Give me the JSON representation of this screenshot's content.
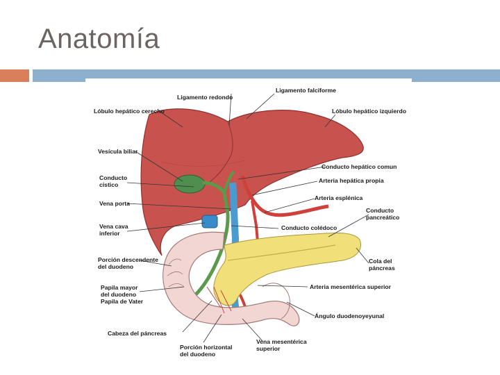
{
  "slide": {
    "title": "Anatomía"
  },
  "diagram": {
    "labels": {
      "ligamento_falciforme": "Ligamento falciforme",
      "ligamento_redondo": "Ligamento redondo",
      "lobulo_derecho": "Lóbulo hepático cerecho",
      "lobulo_izquierdo": "Lóbulo hepático izquierdo",
      "vesicula_biliar": "Vesícula biliar",
      "conducto_hepatico": "Conducto hepático comun",
      "conducto_cistico": "Conducto\ncístico",
      "arteria_hepatica": "Arteria hepática propia",
      "vena_porta": "Vena porta",
      "arteria_esplenica": "Arteria esplénica",
      "conducto_pancreatico": "Conducto\npancreático",
      "vena_cava": "Vena cava\ninferior",
      "conducto_coledoco": "Conducto colédoco",
      "porcion_descendente": "Porción descendente\ndel duodeno",
      "cola_pancreas": "Cola del\npáncreas",
      "papila_mayor": "Papila mayor\ndel duodeno\nPapila de Vater",
      "arteria_mesenterica": "Arteria mesentérica superior",
      "angulo_duodenoyeyunal": "Ángulo duodenoyeyunal",
      "cabeza_pancreas": "Cabeza del páncreas",
      "porcion_horizontal": "Porción horizontal\ndel duodeno",
      "vena_mesenterica": "Vena mesentérica\nsuperior"
    }
  }
}
